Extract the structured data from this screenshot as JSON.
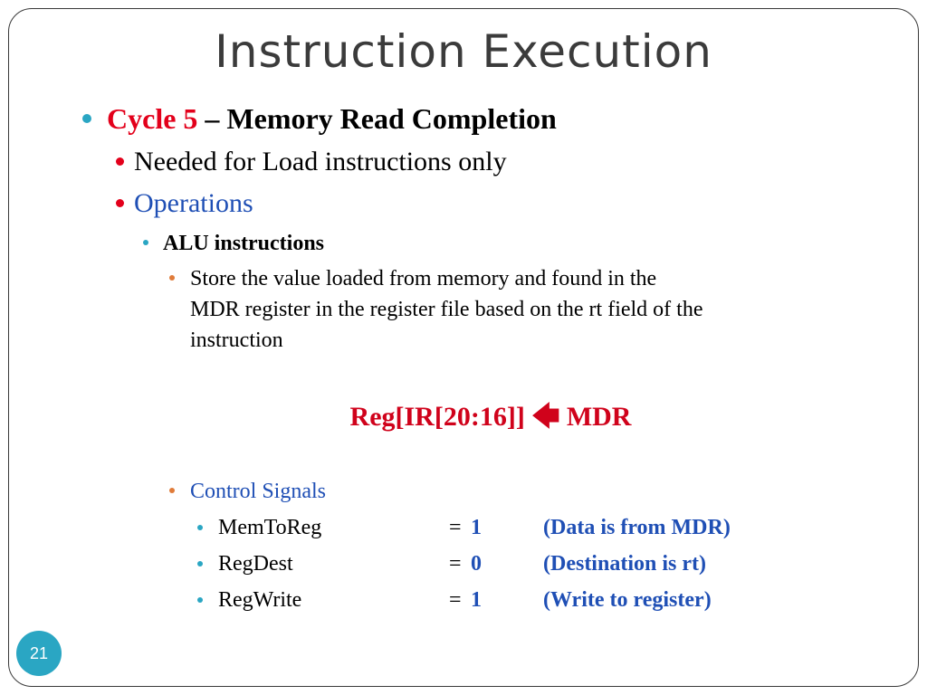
{
  "slide": {
    "title": "Instruction Execution",
    "page_number": "21"
  },
  "content": {
    "cycle_label": "Cycle 5",
    "cycle_title": " – Memory Read Completion",
    "needed_for": "Needed for Load instructions only",
    "operations": "Operations",
    "alu_instructions": "ALU instructions",
    "description": [
      "Store the value loaded from memory and found in the",
      "MDR register in the register file based on the rt field of the",
      "instruction"
    ],
    "equation": {
      "left": "Reg[IR[20:16]]",
      "arrow": "🡄",
      "right": "MDR"
    },
    "control_signals_label": "Control Signals",
    "signals": [
      {
        "name": "MemToReg",
        "eq": "= ",
        "value": "1",
        "note": "(Data is from MDR)"
      },
      {
        "name": "RegDest",
        "eq": "= ",
        "value": "0",
        "note": "(Destination is rt)"
      },
      {
        "name": "RegWrite",
        "eq": "= ",
        "value": "1",
        "note": "(Write to register)"
      }
    ]
  },
  "colors": {
    "accent_red": "#e3001b",
    "accent_blue": "#1f4fb5",
    "bullet_teal": "#2aa6c3",
    "bullet_orange": "#e07b39"
  }
}
